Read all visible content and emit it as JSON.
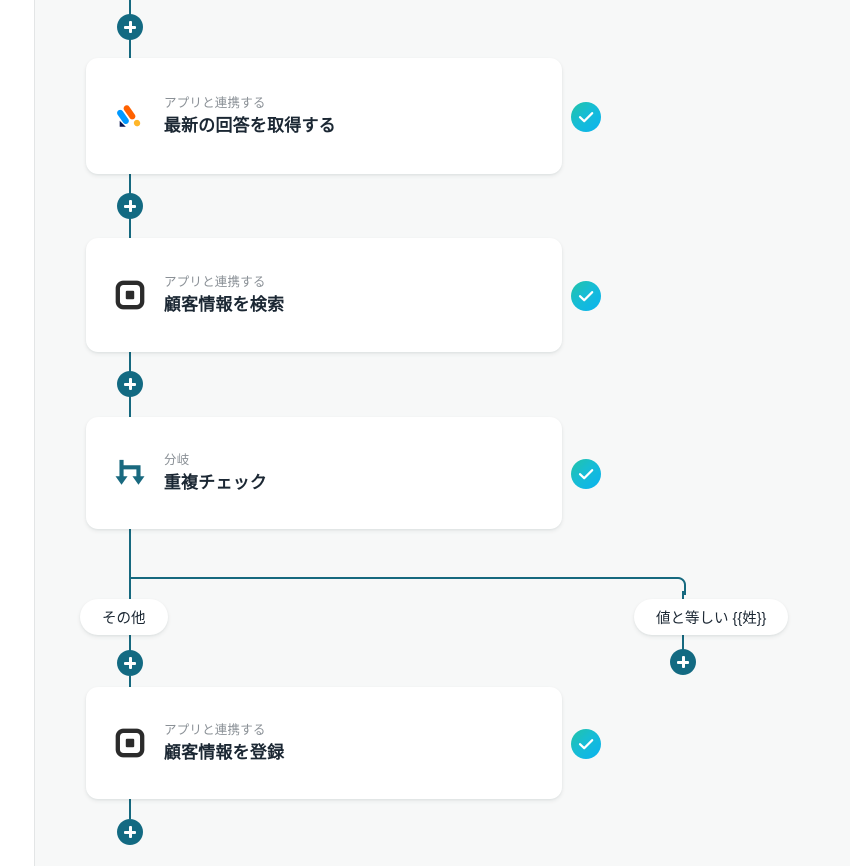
{
  "workflow": {
    "connector_color": "#16697f",
    "plus_color": "#136a82",
    "status_gradient_from": "#22c3a6",
    "status_gradient_to": "#0ab3f0",
    "canvas_background": "#f7f8f8",
    "card_background": "#ffffff"
  },
  "nodes": [
    {
      "id": "node-get-latest-response",
      "subtitle": "アプリと連携する",
      "title": "最新の回答を取得する",
      "icon": "jotform-icon",
      "status": "completed-check-icon"
    },
    {
      "id": "node-search-customer",
      "subtitle": "アプリと連携する",
      "title": "顧客情報を検索",
      "icon": "square-icon",
      "status": "completed-check-icon"
    },
    {
      "id": "node-duplicate-check",
      "subtitle": "分岐",
      "title": "重複チェック",
      "icon": "branch-icon",
      "status": "completed-check-icon"
    },
    {
      "id": "node-register-customer",
      "subtitle": "アプリと連携する",
      "title": "顧客情報を登録",
      "icon": "square-icon",
      "status": "completed-check-icon"
    }
  ],
  "branch_labels": [
    {
      "id": "branch-other",
      "label": "その他"
    },
    {
      "id": "branch-equals-value",
      "label": "値と等しい {{姓}}"
    }
  ],
  "add_buttons": [
    {
      "id": "add-step-top",
      "label": "+"
    },
    {
      "id": "add-step-after-get-latest-response",
      "label": "+"
    },
    {
      "id": "add-step-after-search-customer",
      "label": "+"
    },
    {
      "id": "add-step-branch-other",
      "label": "+"
    },
    {
      "id": "add-step-branch-equals-value",
      "label": "+"
    },
    {
      "id": "add-step-bottom",
      "label": "+"
    }
  ]
}
